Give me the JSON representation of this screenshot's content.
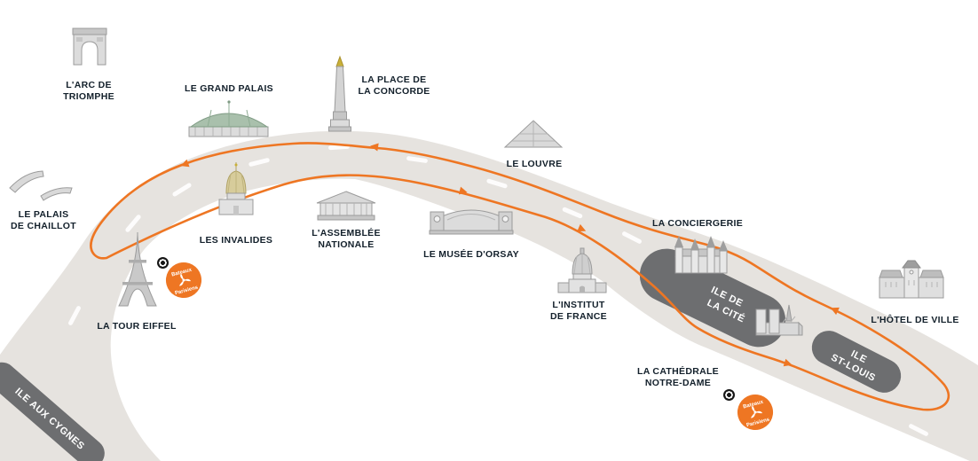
{
  "map": {
    "colors": {
      "route": "#EE7623",
      "river": "#E6E3DF",
      "island": "#6D6E70",
      "label_text": "#13202B",
      "island_text": "#FFFFFF",
      "grand_palais_roof": "#A9C0AC",
      "invalides_dome": "#D7CC9B",
      "obelisk_tip": "#C9B037"
    },
    "landmarks": {
      "arc_de_triomphe": {
        "lines": [
          "L'ARC DE",
          "TRIOMPHE"
        ]
      },
      "grand_palais": {
        "lines": [
          "LE GRAND PALAIS"
        ]
      },
      "place_concorde": {
        "lines": [
          "LA PLACE DE",
          "LA CONCORDE"
        ]
      },
      "louvre": {
        "lines": [
          "LE LOUVRE"
        ]
      },
      "palais_chaillot": {
        "lines": [
          "LE PALAIS",
          "DE CHAILLOT"
        ]
      },
      "invalides": {
        "lines": [
          "LES INVALIDES"
        ]
      },
      "assemblee_nationale": {
        "lines": [
          "L'ASSEMBLÉE",
          "NATIONALE"
        ]
      },
      "musee_orsay": {
        "lines": [
          "LE MUSÉE D'ORSAY"
        ]
      },
      "conciergerie": {
        "lines": [
          "LA CONCIERGERIE"
        ]
      },
      "tour_eiffel": {
        "lines": [
          "LA TOUR EIFFEL"
        ]
      },
      "institut_france": {
        "lines": [
          "L'INSTITUT",
          "DE FRANCE"
        ]
      },
      "hotel_de_ville": {
        "lines": [
          "L'HÔTEL DE VILLE"
        ]
      },
      "notre_dame": {
        "lines": [
          "LA CATHÉDRALE",
          "NOTRE-DAME"
        ]
      }
    },
    "islands": {
      "ile_de_la_cite": {
        "lines": [
          "ILE DE",
          "LA CITÉ"
        ]
      },
      "ile_st_louis": {
        "lines": [
          "ILE",
          "ST-LOUIS"
        ]
      },
      "ile_aux_cygnes": {
        "lines": [
          "ILE AUX CYGNES"
        ]
      }
    },
    "logo": {
      "line1": "Bateaux",
      "line2": "Parisiens"
    }
  }
}
